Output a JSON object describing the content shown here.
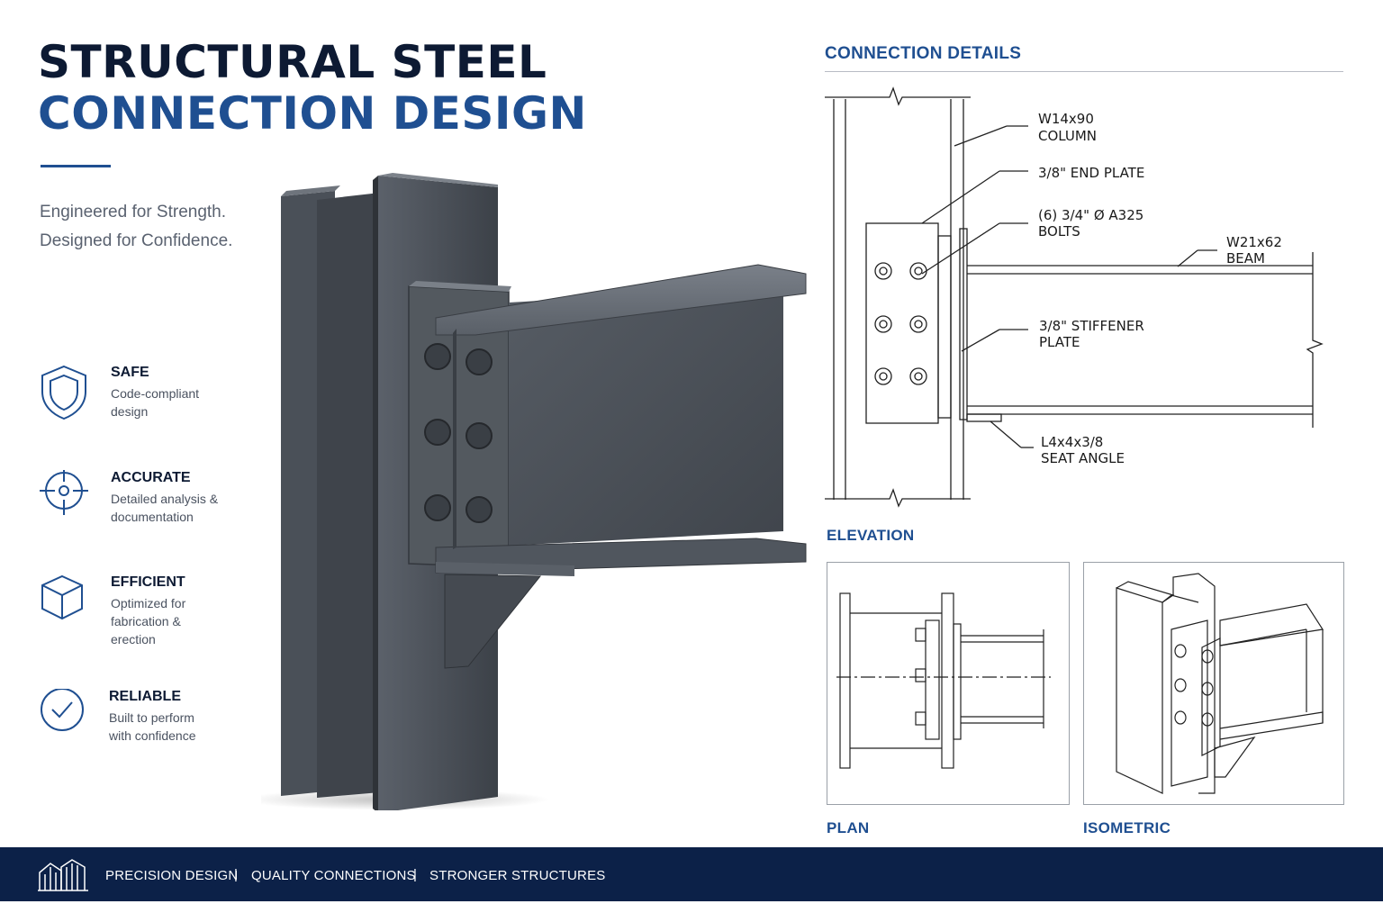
{
  "header": {
    "title_line1": "STRUCTURAL STEEL",
    "title_line2": "CONNECTION DESIGN",
    "tagline_line1": "Engineered for Strength.",
    "tagline_line2": "Designed for Confidence."
  },
  "features": [
    {
      "icon": "shield-icon",
      "title": "SAFE",
      "desc": "Code-compliant design"
    },
    {
      "icon": "crosshair-icon",
      "title": "ACCURATE",
      "desc": "Detailed analysis & documentation"
    },
    {
      "icon": "cube-icon",
      "title": "EFFICIENT",
      "desc": "Optimized for fabrication & erection"
    },
    {
      "icon": "check-circle-icon",
      "title": "RELIABLE",
      "desc": "Built to perform with confidence"
    }
  ],
  "details": {
    "heading": "CONNECTION DETAILS",
    "labels": {
      "column_1": "W14x90",
      "column_2": "COLUMN",
      "end_plate": "3/8\" END PLATE",
      "bolts_1": "(6) 3/4\" Ø A325",
      "bolts_2": "BOLTS",
      "beam_1": "W21x62",
      "beam_2": "BEAM",
      "stiffener_1": "3/8\" STIFFENER",
      "stiffener_2": "PLATE",
      "angle_1": "L4x4x3/8",
      "angle_2": "SEAT ANGLE"
    },
    "view_elevation": "ELEVATION",
    "view_plan": "PLAN",
    "view_isometric": "ISOMETRIC"
  },
  "footer": {
    "icon": "building-icon",
    "items": [
      "PRECISION DESIGN",
      "QUALITY CONNECTIONS",
      "STRONGER STRUCTURES"
    ],
    "separator": "|"
  },
  "colors": {
    "navy": "#0c2148",
    "accent_blue": "#1f4f91",
    "steel": "#4b5159"
  }
}
